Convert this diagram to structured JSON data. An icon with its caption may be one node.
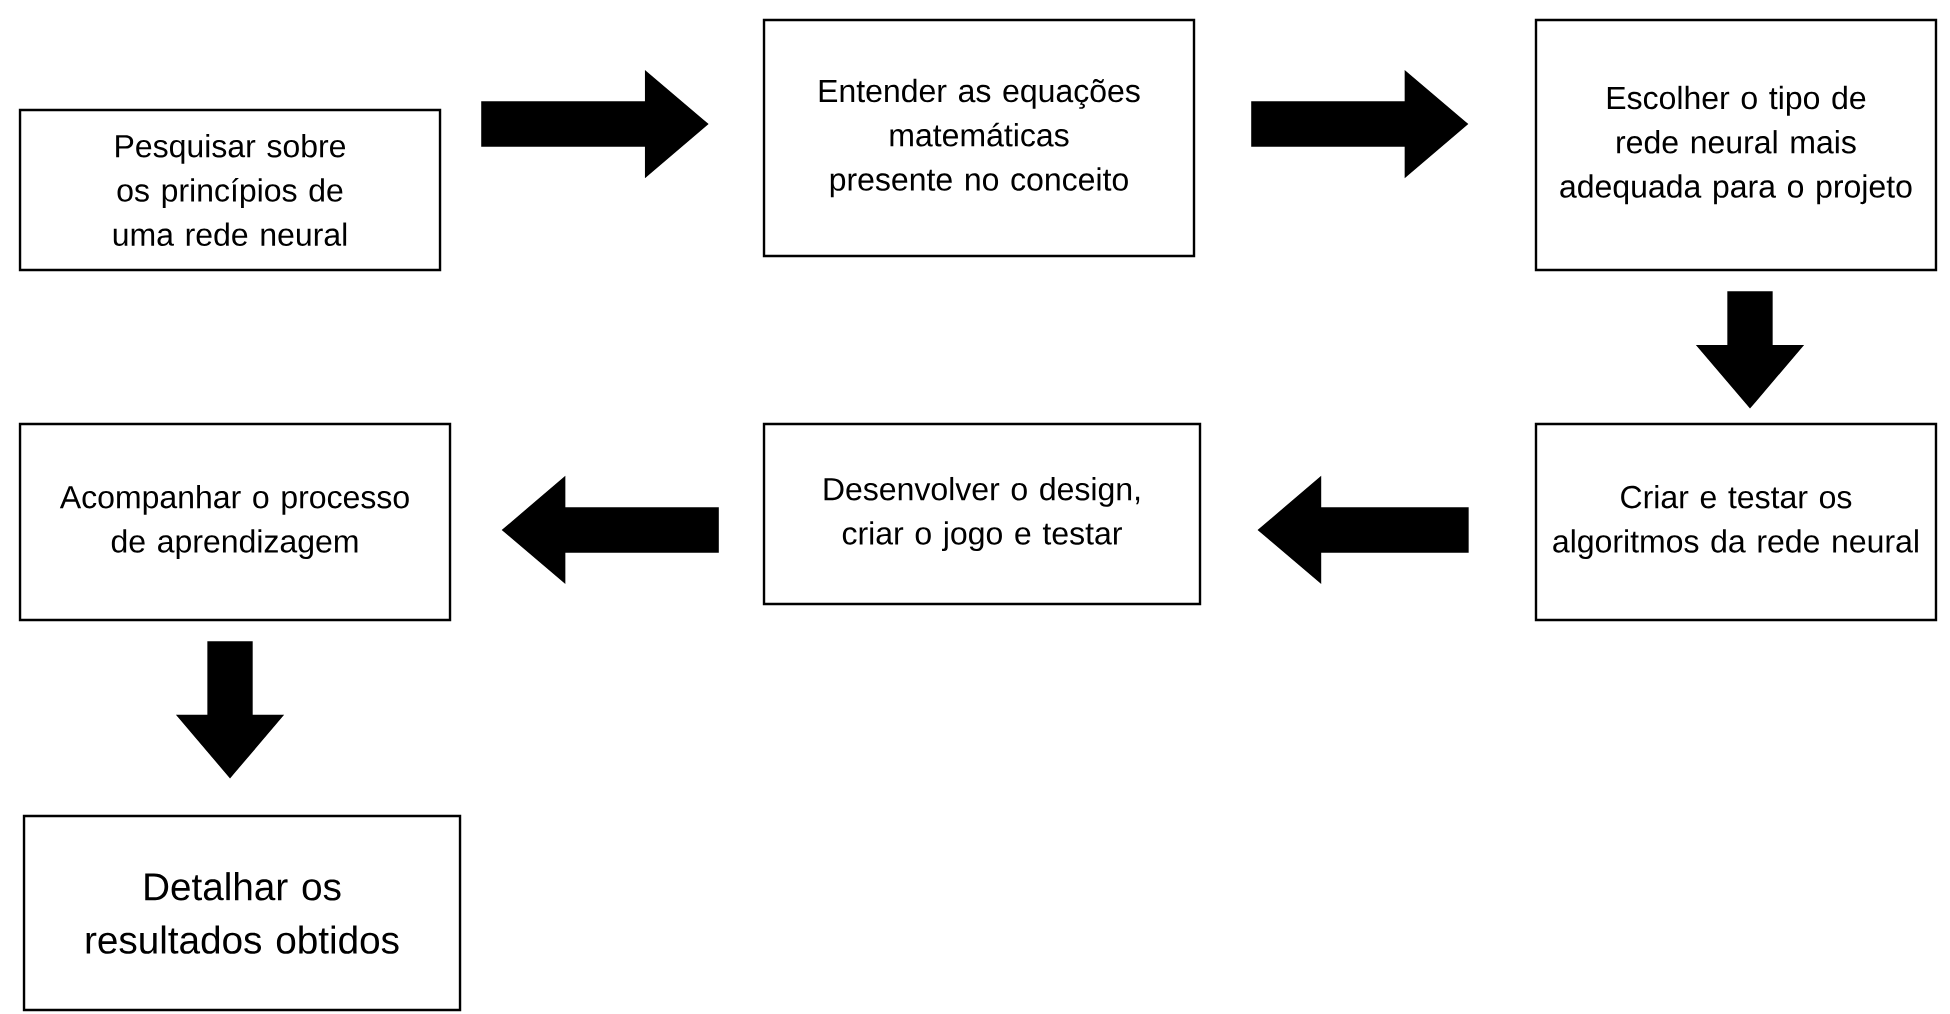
{
  "diagram": {
    "nodes": [
      {
        "text": [
          "Pesquisar sobre os princípios de uma rede neural"
        ]
      },
      {
        "text": [
          "Entender as equações matemáticas presente no conceito"
        ]
      },
      {
        "text": [
          "Escolher o tipo de rede neural mais adequada para o projeto"
        ]
      },
      {
        "text": [
          "Acompanhar o processo de aprendizagem"
        ]
      },
      {
        "text": [
          "Desenvolver o design, criar o jogo e testar"
        ]
      },
      {
        "text": [
          "Criar e testar os algoritmos da rede neural"
        ]
      },
      {
        "text": [
          "Detalhar os resultados obtidos"
        ]
      }
    ],
    "edges": [
      {
        "from": 0,
        "to": 1,
        "arrow": "to"
      },
      {
        "from": 1,
        "to": 2,
        "arrow": "to"
      },
      {
        "from": 2,
        "to": 5,
        "arrow": "to"
      },
      {
        "from": 5,
        "to": 4,
        "arrow": "to"
      },
      {
        "from": 4,
        "to": 3,
        "arrow": "to"
      },
      {
        "from": 3,
        "to": 6,
        "arrow": "to"
      }
    ]
  }
}
